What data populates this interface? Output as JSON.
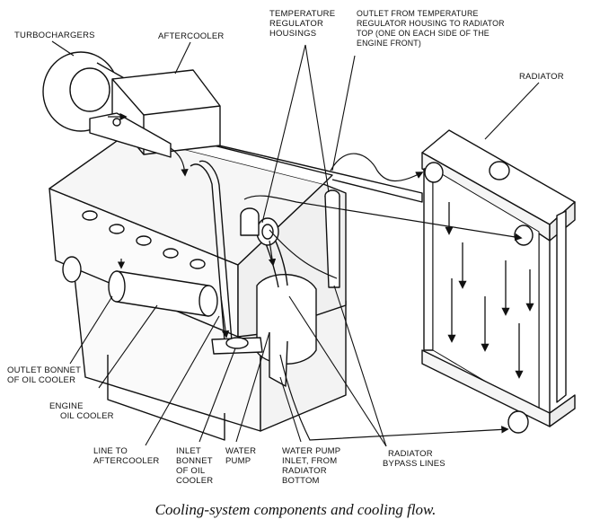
{
  "labels": {
    "turbochargers": "TURBOCHARGERS",
    "aftercooler": "AFTERCOOLER",
    "temp_housings": [
      "TEMPERATURE",
      "REGULATOR",
      "HOUSINGS"
    ],
    "outlet_temp": [
      "OUTLET FROM TEMPERATURE",
      "REGULATOR HOUSING TO RADIATOR",
      "TOP (ONE ON EACH SIDE OF THE",
      "ENGINE FRONT)"
    ],
    "radiator": "RADIATOR",
    "outlet_bonnet": [
      "OUTLET BONNET",
      "OF OIL COOLER"
    ],
    "engine_oil_cooler": [
      "ENGINE",
      "OIL COOLER"
    ],
    "line_to_aftercooler": [
      "LINE TO",
      "AFTERCOOLER"
    ],
    "inlet_bonnet": [
      "INLET",
      "BONNET",
      "OF OIL",
      "COOLER"
    ],
    "water_pump": [
      "WATER",
      "PUMP"
    ],
    "water_pump_inlet": [
      "WATER PUMP",
      "INLET, FROM",
      "RADIATOR",
      "BOTTOM"
    ],
    "radiator_bypass": [
      "RADIATOR",
      "BYPASS LINES"
    ]
  },
  "caption": "Cooling-system components and cooling flow."
}
